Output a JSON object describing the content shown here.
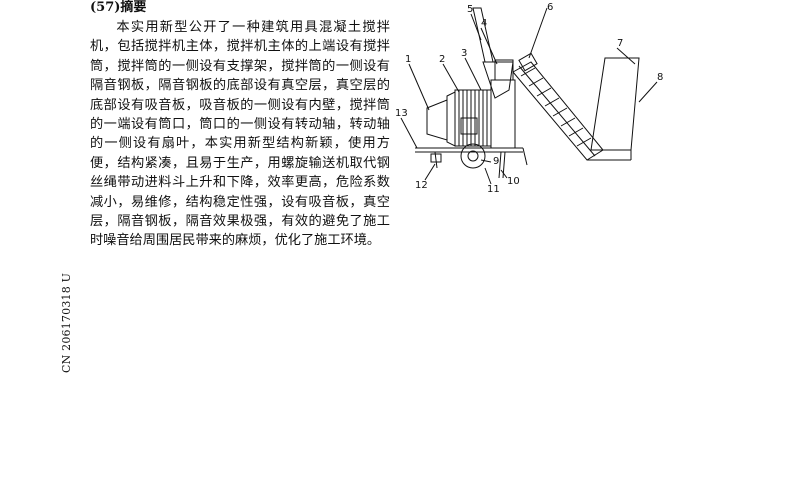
{
  "document": {
    "side_number": "CN 206170318 U",
    "abstract_heading": "(57)摘要",
    "abstract_body": "本实用新型公开了一种建筑用具混凝土搅拌机，包括搅拌机主体，搅拌机主体的上端设有搅拌筒，搅拌筒的一侧设有支撑架，搅拌筒的一侧设有隔音钢板，隔音钢板的底部设有真空层，真空层的底部设有吸音板，吸音板的一侧设有内壁，搅拌筒的一端设有筒口，筒口的一侧设有转动轴，转动轴的一侧设有扇叶，本实用新型结构新颖，使用方便，结构紧凑，且易于生产，用螺旋输送机取代钢丝绳带动进料斗上升和下降，效率更高，危险系数减小，易维修，结构稳定性强，设有吸音板，真空层，隔音钢板，隔音效果极强，有效的避免了施工时噪音给周围居民带来的麻烦，优化了施工环境。"
  },
  "figure": {
    "labels": [
      "1",
      "2",
      "3",
      "4",
      "5",
      "6",
      "7",
      "8",
      "9",
      "10",
      "11",
      "12",
      "13"
    ]
  }
}
